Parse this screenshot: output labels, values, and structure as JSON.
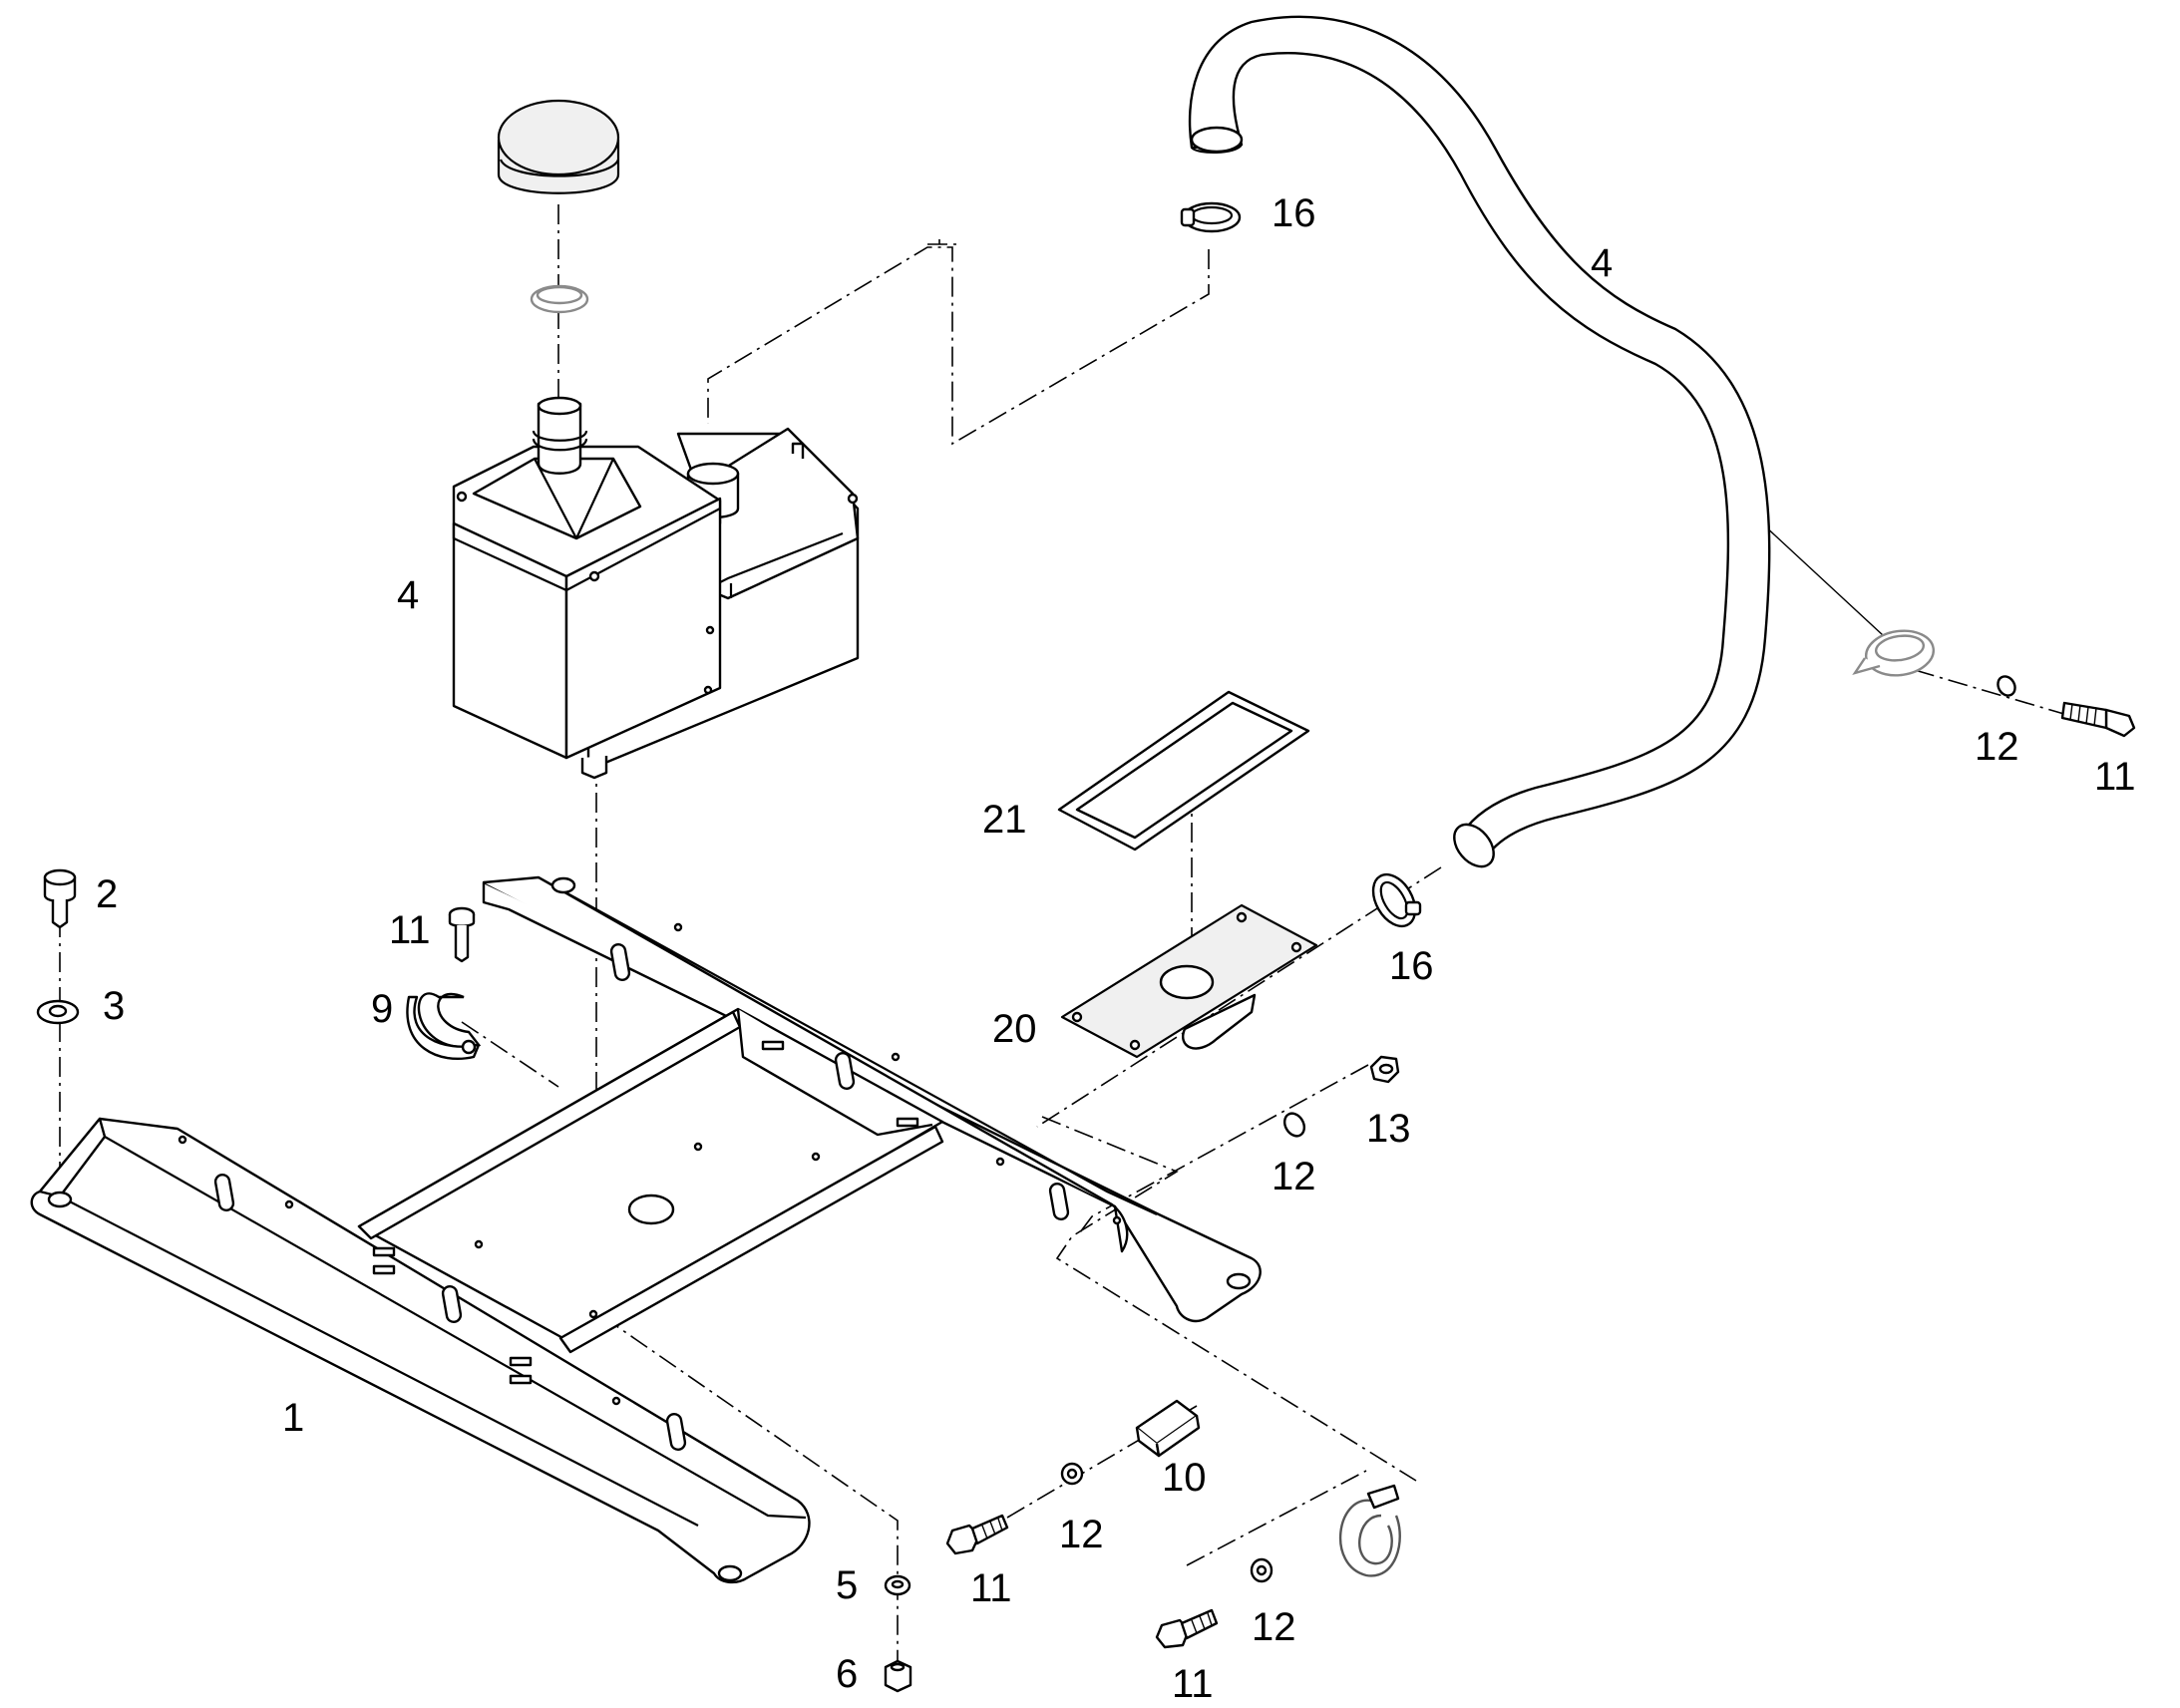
{
  "labels": {
    "frame": "1",
    "bolt_left": "2",
    "washer_left": "3",
    "tank": "4",
    "hose": "4",
    "washer_bottom": "5",
    "nut_bottom": "6",
    "clamp_left": "9",
    "spacer": "10",
    "bolt_clamp_left": "11",
    "bolt_right": "11",
    "bolt_bottom_a": "11",
    "bolt_bottom_b": "11",
    "washer_right": "12",
    "washer_mid": "12",
    "washer_bottom_a": "12",
    "washer_bottom_b": "12",
    "nut_mid": "13",
    "hose_clamp_top": "16",
    "hose_clamp_bottom": "16",
    "plate": "20",
    "gasket": "21"
  }
}
